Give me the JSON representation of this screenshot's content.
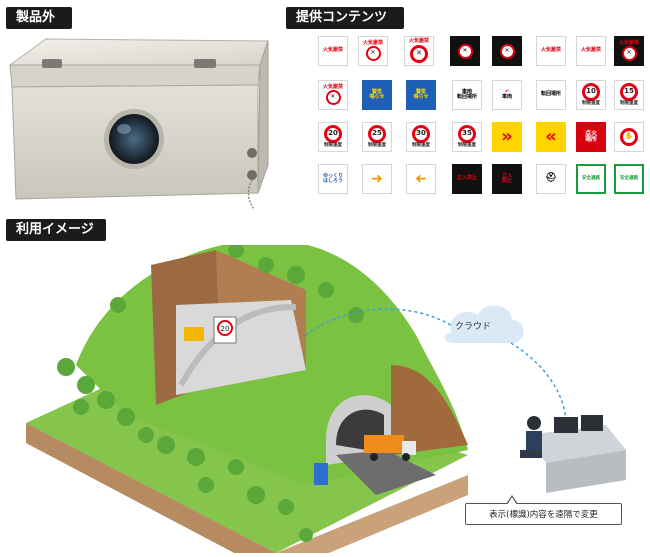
{
  "sections": {
    "product": "製品外観",
    "content": "提供コンテンツ例",
    "usage": "利用イメージ"
  },
  "signs": {
    "fire_ban": "火気厳禁",
    "alert_1": "警笛",
    "alert_2": "鳴らせ",
    "vehicle_turn_1": "車両",
    "vehicle_turn_2": "転回場所",
    "speed_limit": "制限速度",
    "speeds": [
      "10",
      "15",
      "20",
      "25",
      "30",
      "35"
    ],
    "ignition_1": "点火",
    "ignition_2": "場所",
    "no_entry": "立入禁止",
    "no_entry_v1": "立入",
    "no_entry_v2": "禁止",
    "safe_path": "安全通路",
    "safe_path_v": "安全通路",
    "careful": "ゆっくり",
    "careful2": "はしろう"
  },
  "diagram": {
    "cloud": "クラウド",
    "caption": "表示(標識)内容を遠隔で変更",
    "board_number": "20"
  },
  "colors": {
    "grass": "#7cc242",
    "earth": "#9b6a43",
    "tunnel": "#d9d9d9",
    "sign_red": "#e60012",
    "tree": "#5aa83a"
  }
}
